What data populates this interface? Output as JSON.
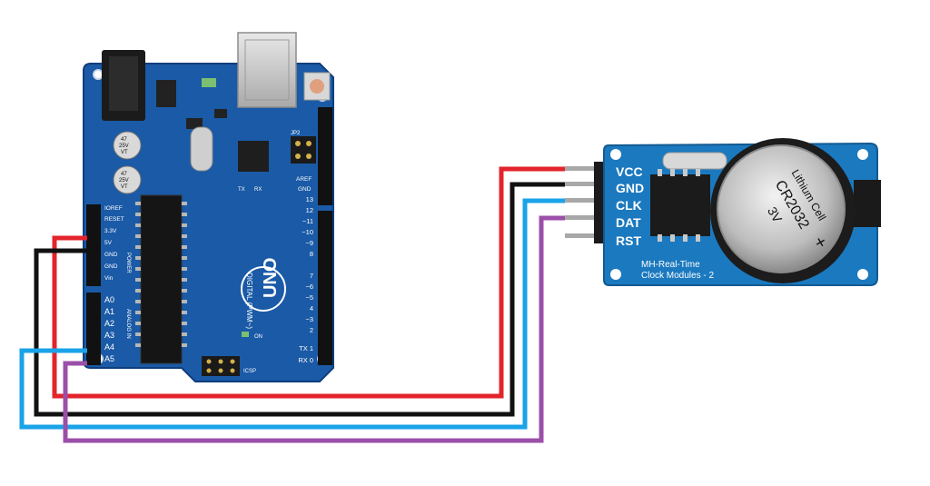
{
  "arduino": {
    "model": "UNO",
    "header_labels": {
      "ioref": "IOREF",
      "reset": "RESET",
      "v33": "3.3V",
      "v5": "5V",
      "gnd1": "GND",
      "gnd2": "GND",
      "vin": "Vin",
      "power_group": "POWER",
      "analog_group": "ANALOG IN",
      "a0": "A0",
      "a1": "A1",
      "a2": "A2",
      "a3": "A3",
      "a4": "A4",
      "a5": "A5",
      "aref": "AREF",
      "gnd_top": "GND",
      "digital_group": "DIGITAL (PWM~)",
      "tx": "TX",
      "rx": "RX",
      "on": "ON"
    },
    "digital_pins": [
      "13",
      "12",
      "~11",
      "~10",
      "~9",
      "8",
      "7",
      "~6",
      "~5",
      "4",
      "~3",
      "2",
      "TX 1",
      "RX 0"
    ],
    "cap_text": [
      "47",
      "25V",
      "VT"
    ],
    "jumper_label": "JP2",
    "icsp_label": "ICSP"
  },
  "rtc": {
    "pin_labels": [
      "VCC",
      "GND",
      "CLK",
      "DAT",
      "RST"
    ],
    "title_line1": "MH-Real-Time",
    "title_line2": "Clock Modules - 2",
    "battery_brand": "Lithium Cell",
    "battery_model": "CR2032",
    "battery_voltage": "3V",
    "battery_plus": "+"
  },
  "wires": {
    "vcc_color": "#e3242b",
    "gnd_color": "#111111",
    "clk_color": "#1aa3e8",
    "dat_color": "#9b4fa8"
  },
  "colors": {
    "board_blue": "#1a5aa6",
    "board_dark": "#0f3e7d",
    "module_blue": "#1b79bf"
  }
}
